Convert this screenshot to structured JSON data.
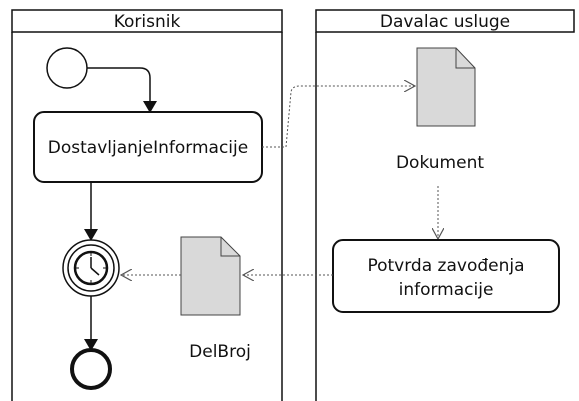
{
  "lanes": [
    {
      "title": "Korisnik"
    },
    {
      "title": "Davalac usluge"
    }
  ],
  "tasks": {
    "dostavljanje": {
      "label": "DostavljanjeInformacije"
    },
    "potvrda": {
      "line1": "Potvrda zavođenja",
      "line2": "informacije"
    }
  },
  "data_objects": {
    "dokument": {
      "label": "Dokument"
    },
    "delbroj": {
      "label": "DelBroj"
    }
  },
  "events": {
    "start": "start-event",
    "timer": "timer-intermediate-event",
    "end": "end-event"
  },
  "colors": {
    "stroke": "#111111",
    "document_fill": "#d9d9d9",
    "association": "#555555",
    "background": "#ffffff"
  }
}
